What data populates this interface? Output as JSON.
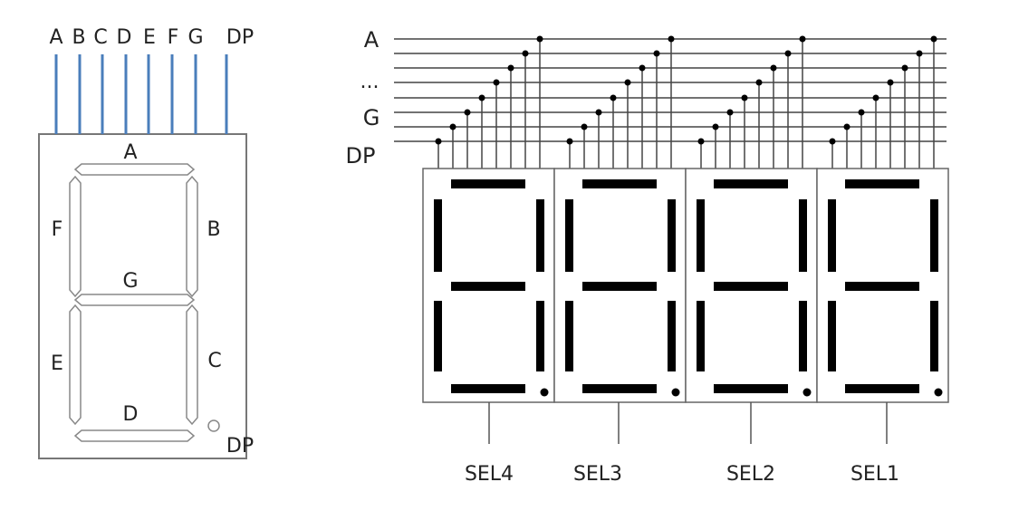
{
  "single_digit": {
    "pin_labels": [
      "A",
      "B",
      "C",
      "D",
      "E",
      "F",
      "G",
      "DP"
    ],
    "segment_labels": {
      "a": "A",
      "b": "B",
      "c": "C",
      "d": "D",
      "e": "E",
      "f": "F",
      "g": "G",
      "dp": "DP"
    },
    "pin_color": "#4a7ebb"
  },
  "bus": {
    "labels": {
      "top": "A",
      "ellipsis": "...",
      "middle": "G",
      "bottom": "DP"
    }
  },
  "multi_digit": {
    "select_labels": [
      "SEL4",
      "SEL3",
      "SEL2",
      "SEL1"
    ]
  }
}
